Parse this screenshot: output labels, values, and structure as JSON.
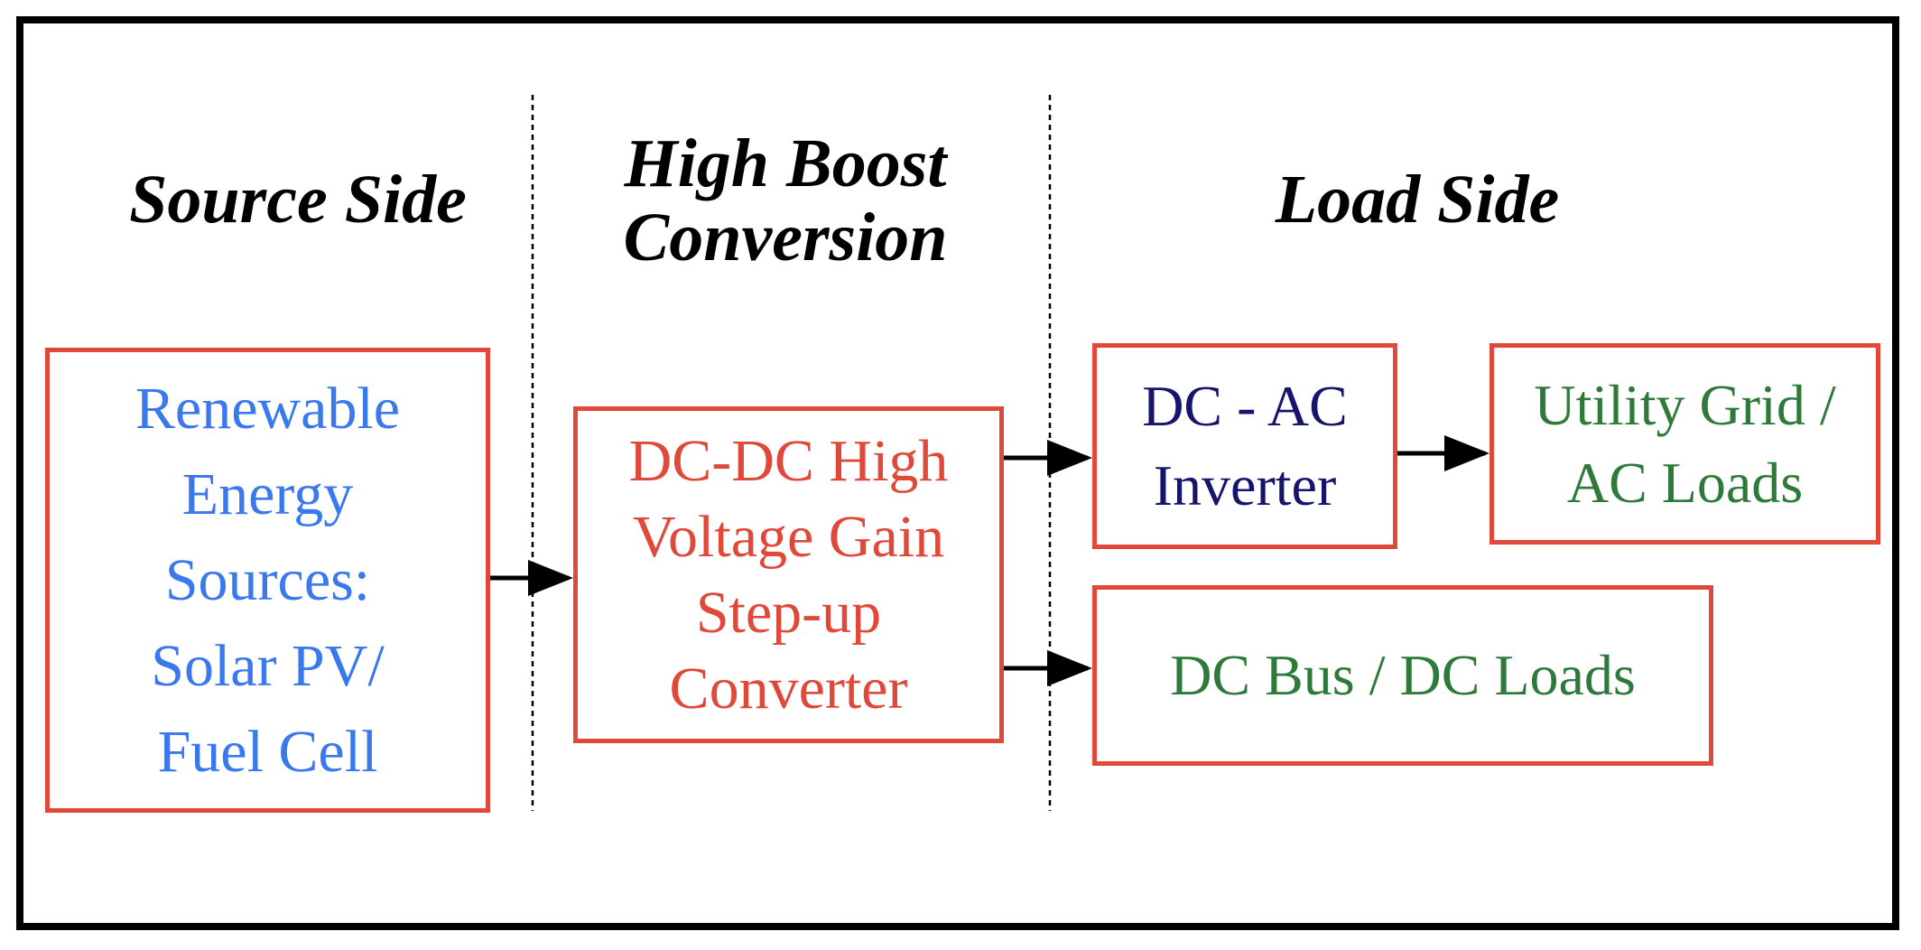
{
  "headings": {
    "source_side": "Source Side",
    "high_boost": [
      "High Boost",
      "Conversion"
    ],
    "load_side": "Load Side"
  },
  "boxes": {
    "renewable_sources": [
      "Renewable",
      "Energy",
      "Sources:",
      "Solar PV/",
      "Fuel Cell"
    ],
    "dc_dc_converter": [
      "DC-DC High",
      "Voltage Gain",
      "Step-up",
      "Converter"
    ],
    "dc_ac_inverter": [
      "DC - AC",
      "Inverter"
    ],
    "utility_grid": [
      "Utility Grid /",
      "AC Loads"
    ],
    "dc_bus": [
      "DC Bus / DC Loads"
    ]
  },
  "colors": {
    "box_border": "#e0483a",
    "source_text": "#3a78ee",
    "converter_text": "#e0483a",
    "inverter_text": "#15156e",
    "load_text": "#2e7a3a",
    "frame": "#000000"
  }
}
